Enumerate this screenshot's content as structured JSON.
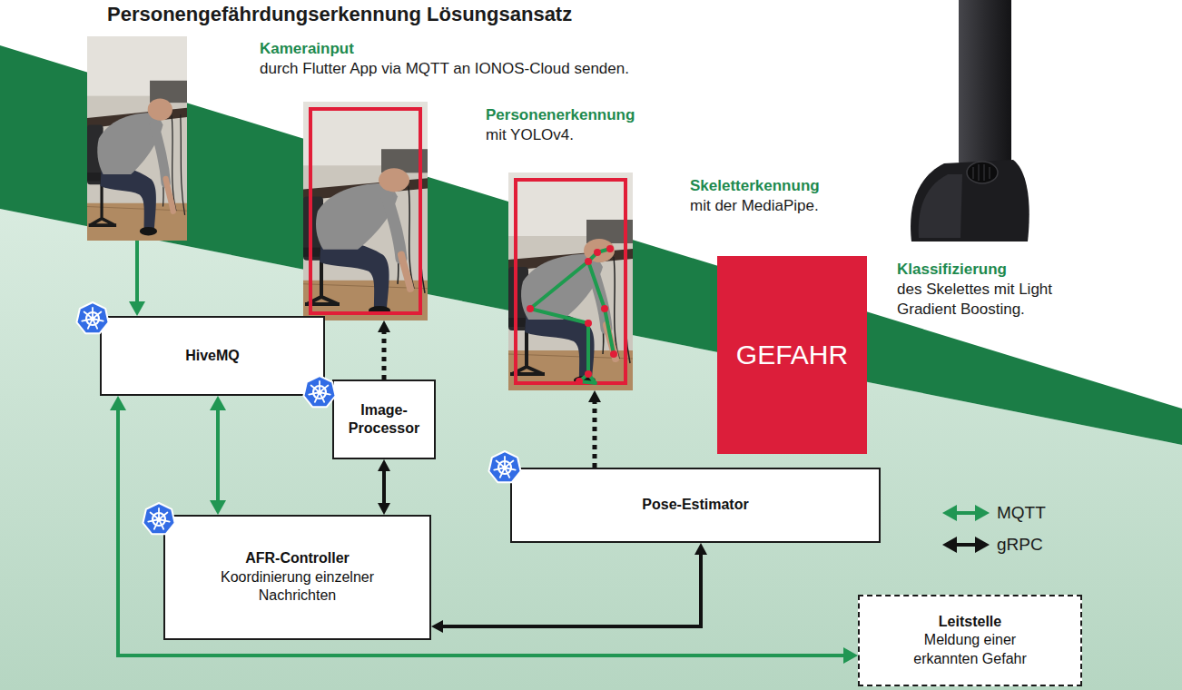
{
  "diagram": {
    "title": "Personengefährdungserkennung Lösungsansatz",
    "nodes": [
      {
        "text": [
          "Kamerainput",
          "durch Flutter App via MQTT an IONOS-Cloud senden."
        ]
      },
      {
        "text": [
          "Personenerkennung",
          "mit YOLOv4."
        ]
      },
      {
        "text": [
          "Skeletterkennung",
          "mit der MediaPipe."
        ]
      },
      {
        "text": [
          "GEFAHR",
          "Klassifizierung",
          "des Skelettes mit Light Gradient Boosting."
        ]
      },
      {
        "text": [
          "HiveMQ"
        ]
      },
      {
        "text": [
          "Image-Processor"
        ]
      },
      {
        "text": [
          "Pose-Estimator"
        ]
      },
      {
        "text": [
          "AFR-Controller",
          "Koordinierung einzelner Nachrichten"
        ]
      },
      {
        "text": [
          "Leitstelle",
          "Meldung einer erkannten Gefahr"
        ]
      }
    ],
    "edges": [
      {
        "from": 0,
        "to": 4,
        "arrow": "to"
      },
      {
        "from": 4,
        "to": 7,
        "arrow": "both"
      },
      {
        "from": 5,
        "to": 7,
        "arrow": "both"
      },
      {
        "from": 5,
        "to": 1,
        "arrow": "to"
      },
      {
        "from": 7,
        "to": 6,
        "arrow": "both"
      },
      {
        "from": 6,
        "to": 2,
        "arrow": "to"
      },
      {
        "from": 4,
        "to": 8,
        "arrow": "both"
      }
    ],
    "legend": [
      {
        "text": "MQTT"
      },
      {
        "text": "gRPC"
      }
    ]
  }
}
